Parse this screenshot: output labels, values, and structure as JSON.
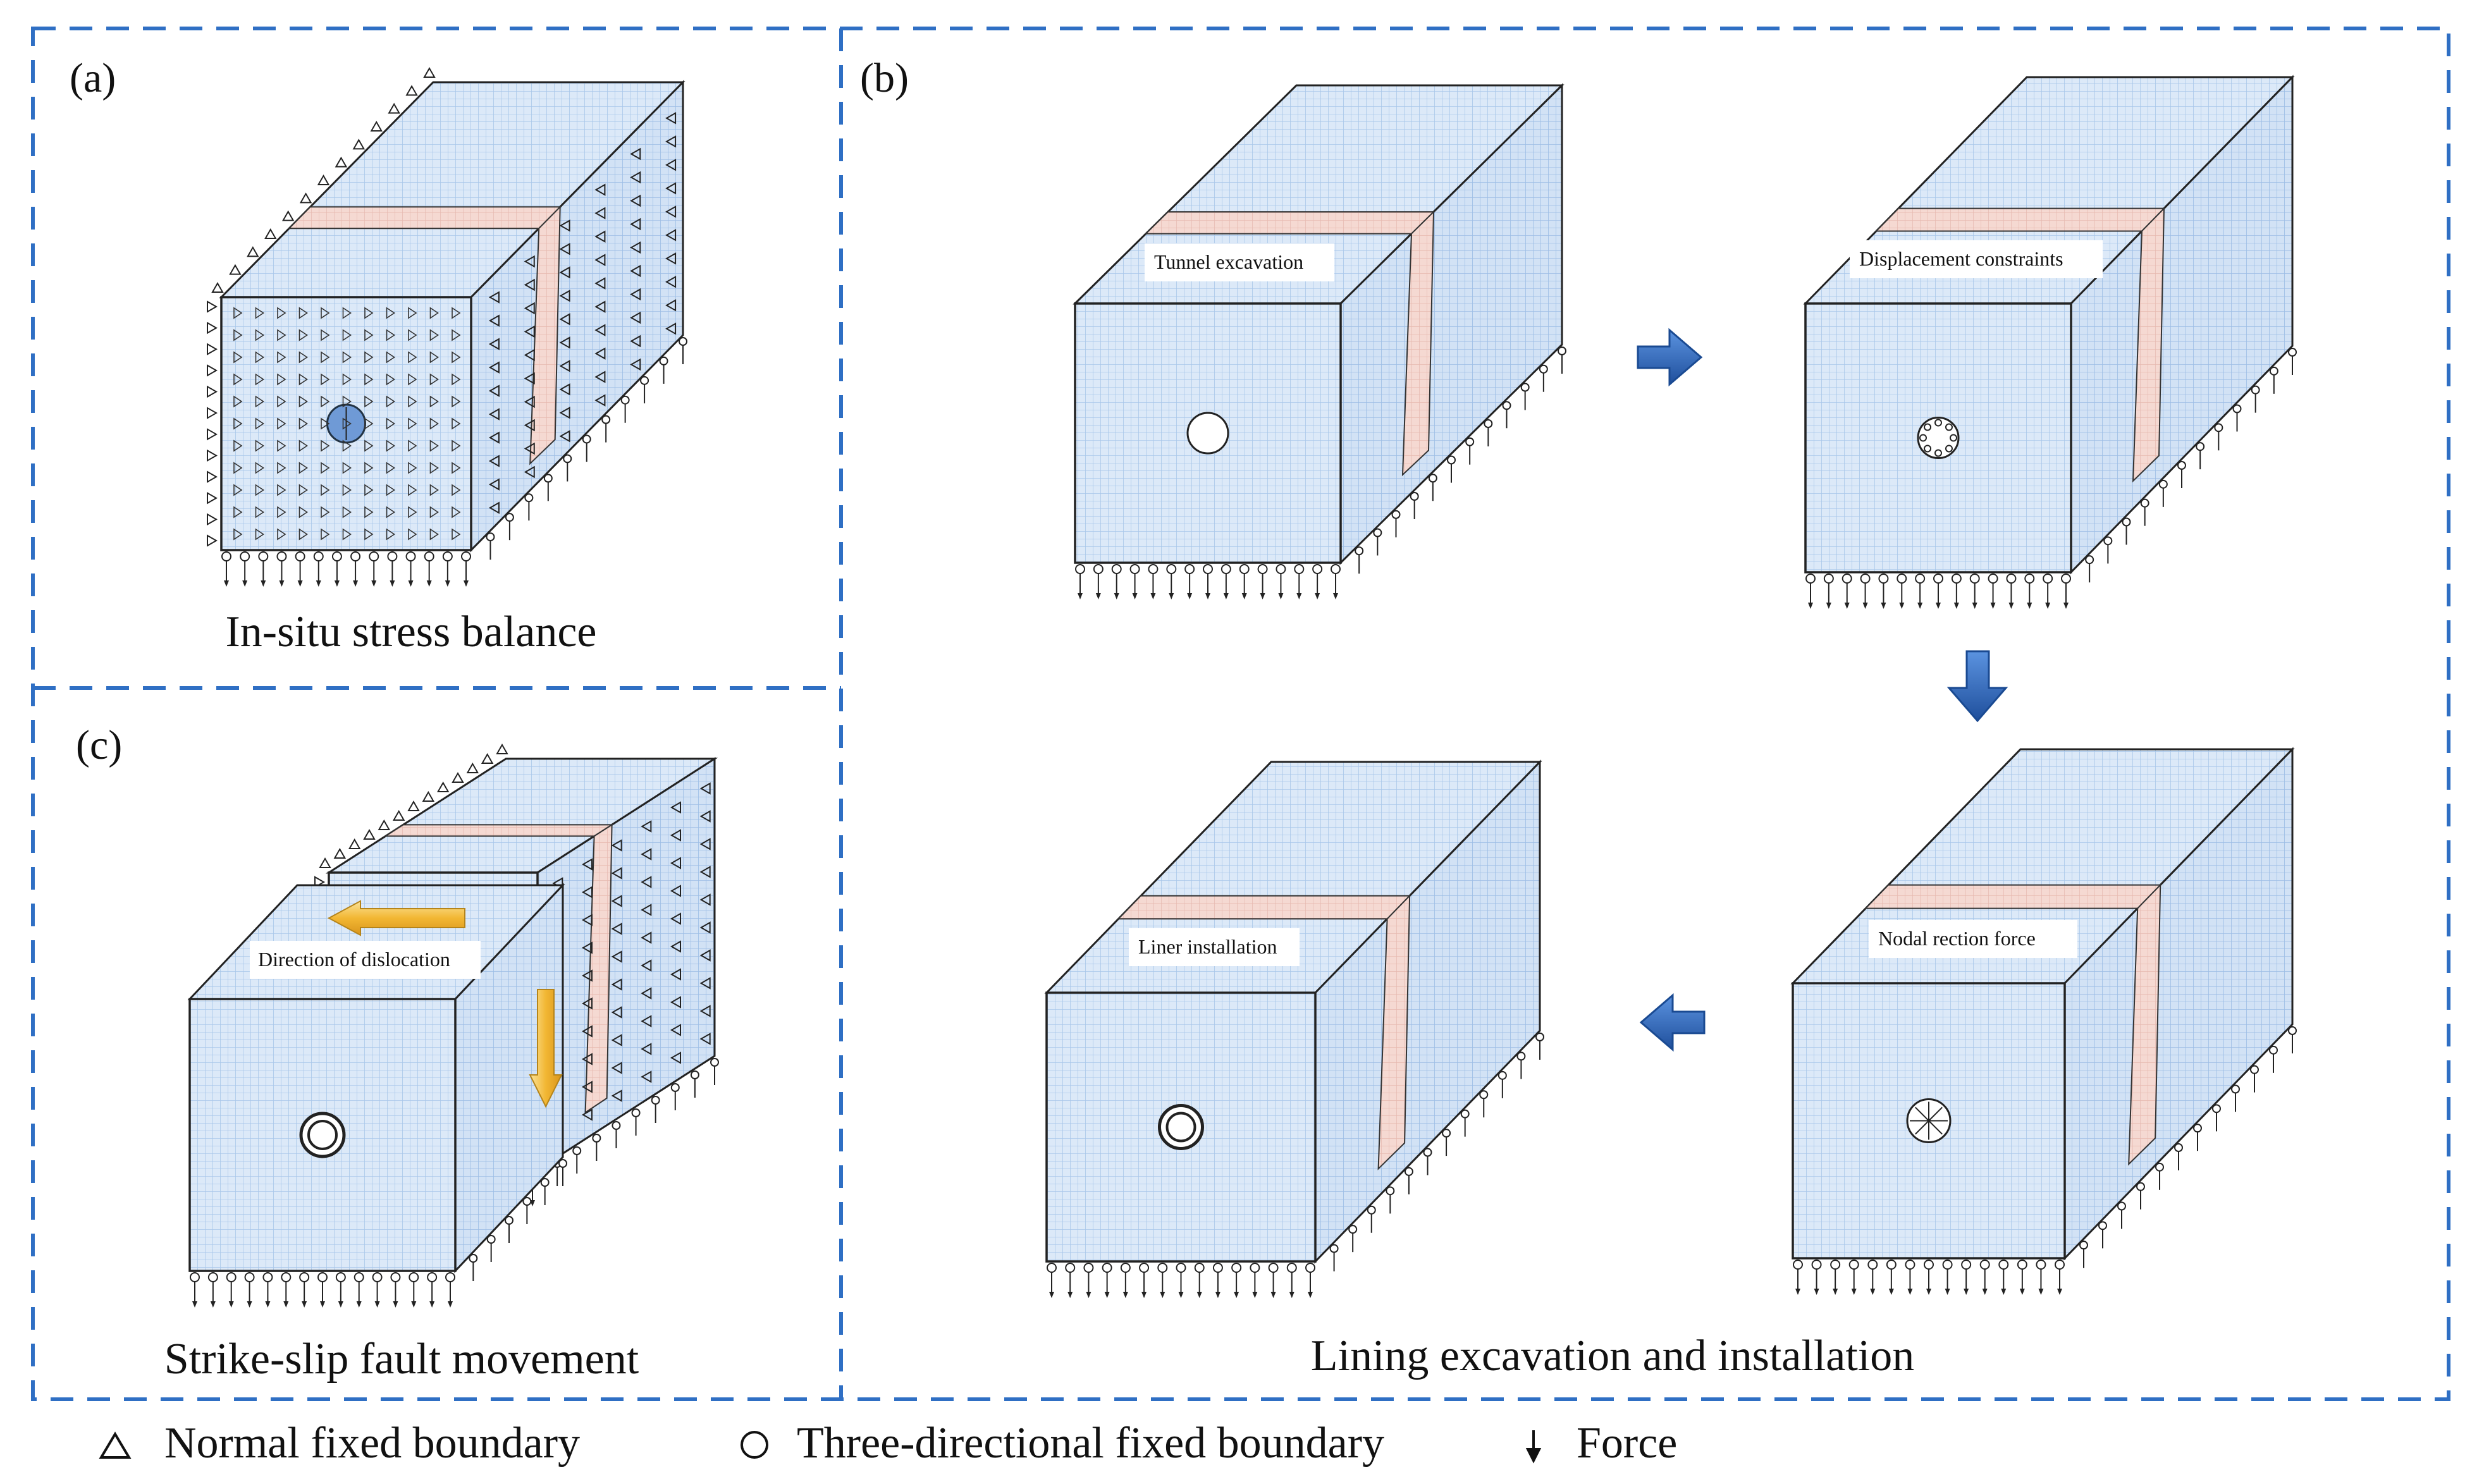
{
  "panels": {
    "a": {
      "tag": "(a)",
      "caption": "In-situ stress balance"
    },
    "b": {
      "tag": "(b)",
      "caption": "Lining excavation and installation",
      "steps": [
        {
          "label": "Tunnel excavation"
        },
        {
          "label": "Displacement constraints"
        },
        {
          "label": "Nodal rection force"
        },
        {
          "label": "Liner installation"
        }
      ]
    },
    "c": {
      "tag": "(c)",
      "caption": "Strike-slip fault movement",
      "label": "Direction of dislocation"
    }
  },
  "legend": [
    {
      "symbol": "triangle",
      "text": "Normal fixed boundary"
    },
    {
      "symbol": "circle",
      "text": "Three-directional fixed boundary"
    },
    {
      "symbol": "arrow-down",
      "text": "Force"
    }
  ],
  "colors": {
    "border_dash": "#2f6fc4",
    "block_face": "#dce9f8",
    "block_grid": "#9cc0e8",
    "fault_zone": "#f3d6d0",
    "flow_arrow": "#2b64b8",
    "dislocation_arrow": "#f2b733",
    "tunnel_fill": "#6f9ad6"
  }
}
